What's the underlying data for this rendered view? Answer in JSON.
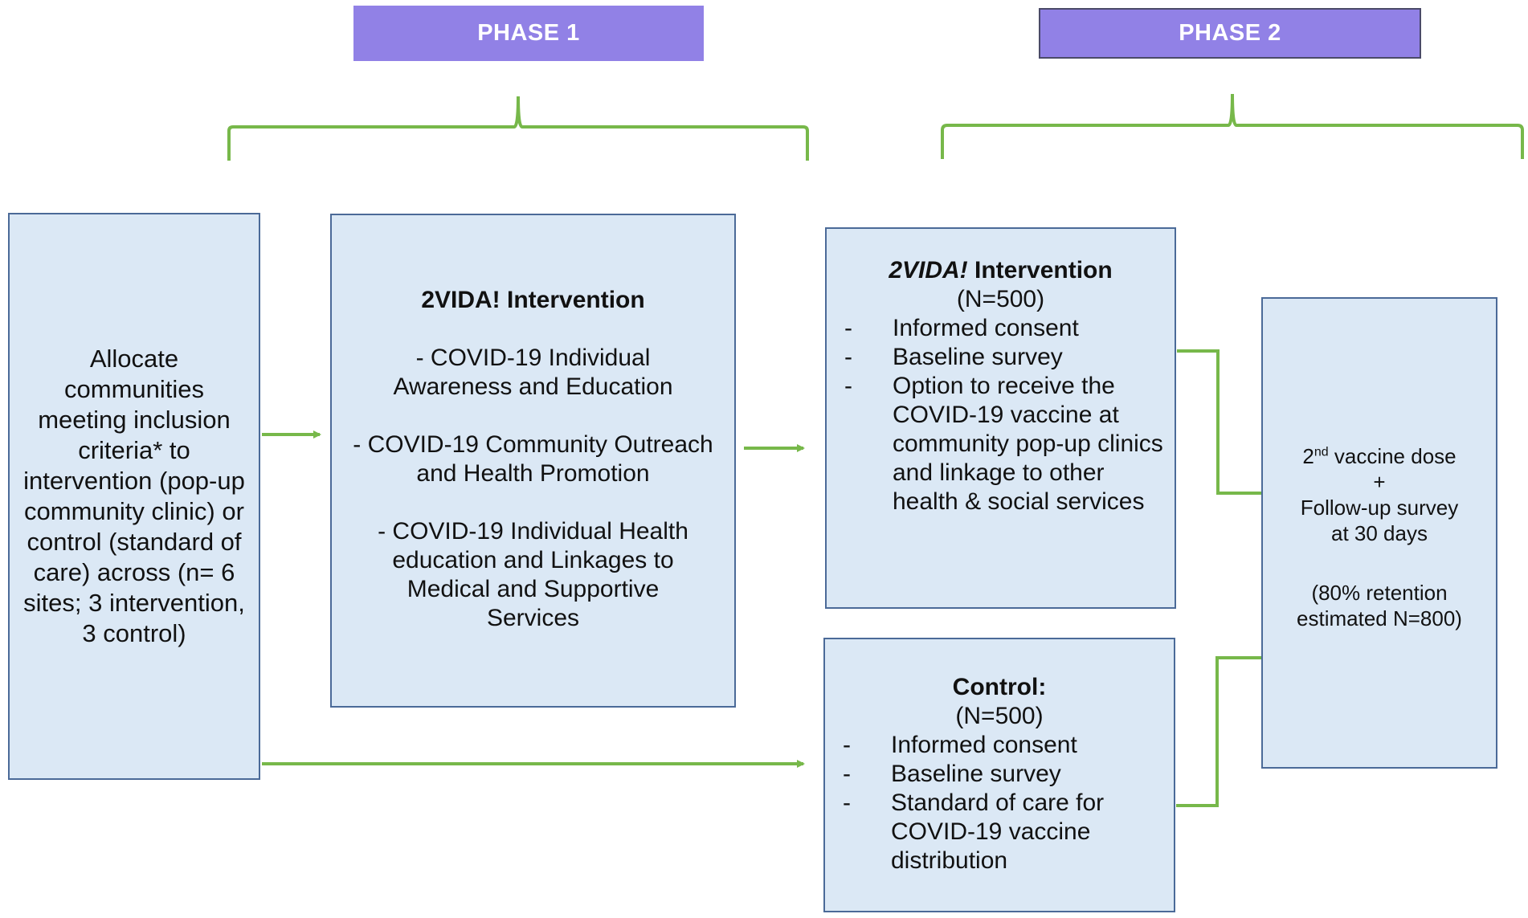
{
  "phases": {
    "phase1": "PHASE 1",
    "phase2": "PHASE 2"
  },
  "allocate_box": {
    "text": "Allocate communities meeting inclusion criteria* to intervention (pop-up community clinic) or control (standard of care) across (n= 6 sites; 3 intervention, 3 control)"
  },
  "vida_box": {
    "title": "2VIDA! Intervention",
    "items": [
      "- COVID-19 Individual Awareness and Education",
      "- COVID-19 Community Outreach and Health Promotion",
      "- COVID-19 Individual Health education and Linkages to Medical and Supportive Services"
    ]
  },
  "intervention_box": {
    "title_italic": "2VIDA!",
    "title_rest": " Intervention",
    "n": "(N=500)",
    "dash": "-",
    "bullets": [
      "Informed consent",
      "Baseline survey",
      "Option to receive the COVID-19 vaccine at community pop-up clinics and linkage to other health & social services"
    ]
  },
  "control_box": {
    "title": "Control:",
    "n": "(N=500)",
    "dash": "-",
    "bullets": [
      "Informed consent",
      "Baseline survey",
      "Standard of care for COVID-19 vaccine distribution"
    ]
  },
  "followup_box": {
    "dose_number": "2",
    "dose_sup": "nd",
    "dose_text": " vaccine dose",
    "plus": "+",
    "survey_line1": "Follow-up survey",
    "survey_line2": "at 30 days",
    "retention_line1": "(80% retention",
    "retention_line2": "estimated N=800)"
  },
  "colors": {
    "phase_banner": "#9181e6",
    "box_fill": "#dbe8f5",
    "box_border": "#4b6a98",
    "connector": "#77b84a"
  }
}
